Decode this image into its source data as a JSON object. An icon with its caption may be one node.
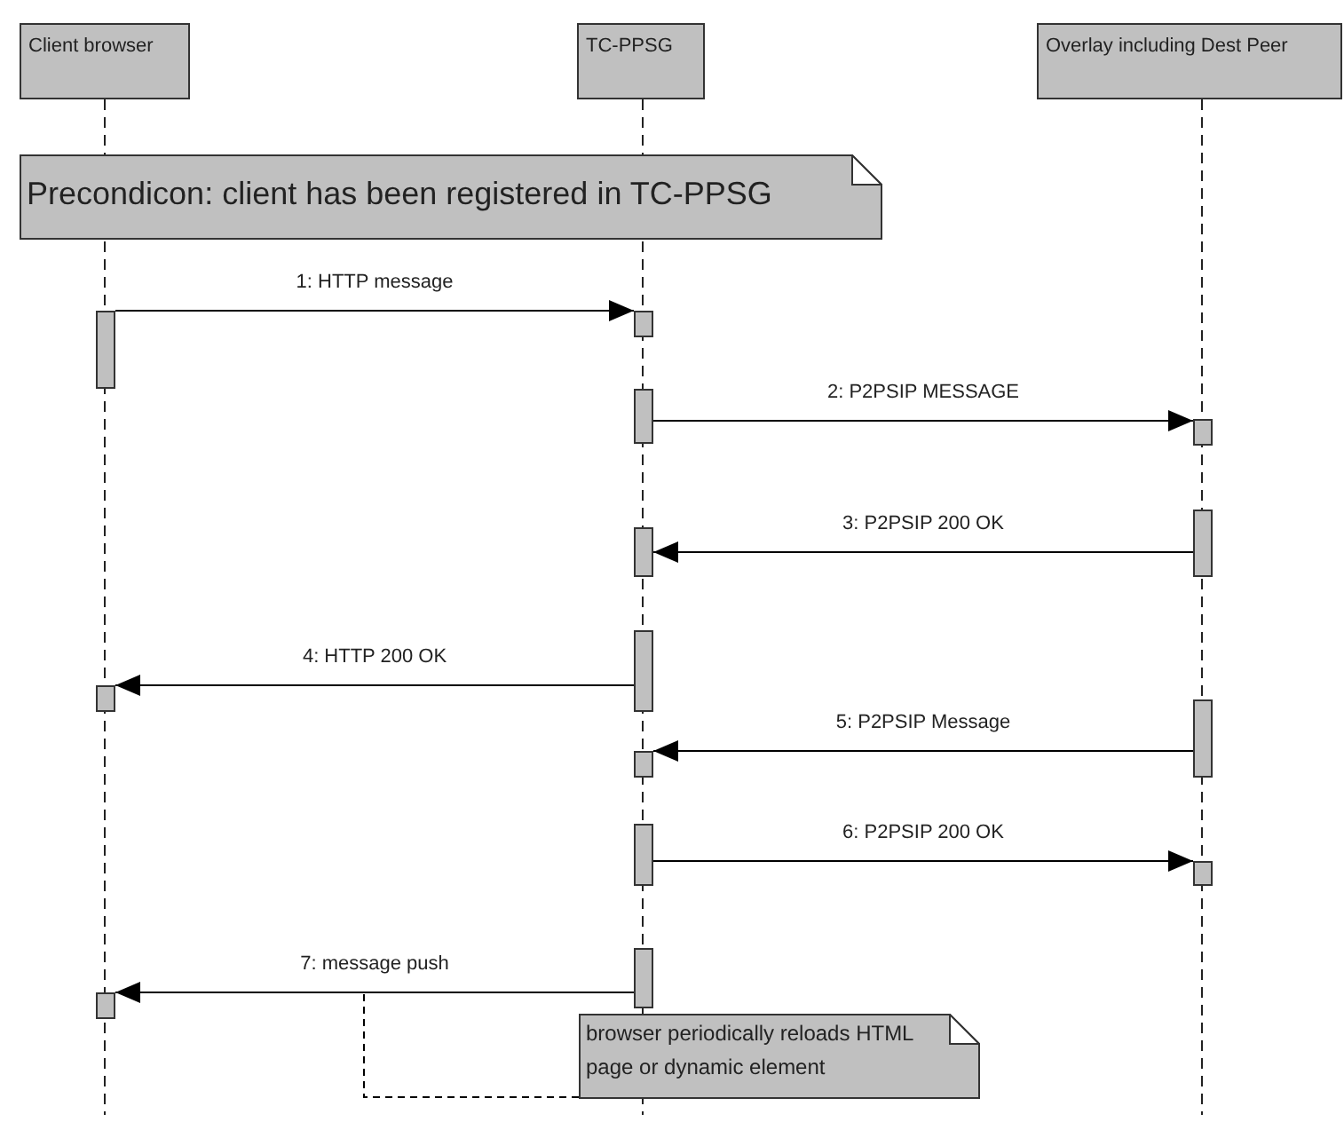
{
  "diagram": {
    "nodes": [
      {
        "text": [
          "Client browser"
        ]
      },
      {
        "text": [
          "TC-PPSG"
        ]
      },
      {
        "text": [
          "Overlay including Dest Peer"
        ]
      },
      {
        "text": [
          "Precondicon: client has been registered in TC-PPSG"
        ]
      },
      {
        "text": [],
        "shape": "bar"
      },
      {
        "text": [],
        "shape": "bar"
      },
      {
        "text": [],
        "shape": "bar"
      },
      {
        "text": [],
        "shape": "bar"
      },
      {
        "text": [],
        "shape": "bar"
      },
      {
        "text": [],
        "shape": "bar"
      },
      {
        "text": [],
        "shape": "bar"
      },
      {
        "text": [],
        "shape": "bar"
      },
      {
        "text": [],
        "shape": "bar"
      },
      {
        "text": [],
        "shape": "bar"
      },
      {
        "text": [],
        "shape": "bar"
      },
      {
        "text": [],
        "shape": "bar"
      },
      {
        "text": [],
        "shape": "bar"
      },
      {
        "text": [],
        "shape": "bar"
      },
      {
        "text": [
          "browser periodically reloads HTML page or dynamic element"
        ]
      }
    ],
    "edges": [
      {
        "from": 4,
        "to": 5,
        "arrow": "to",
        "label": "1: HTTP message"
      },
      {
        "from": 6,
        "to": 7,
        "arrow": "to",
        "label": "2: P2PSIP MESSAGE"
      },
      {
        "from": 8,
        "to": 9,
        "arrow": "to",
        "label": "3: P2PSIP 200 OK"
      },
      {
        "from": 10,
        "to": 11,
        "arrow": "to",
        "label": "4: HTTP 200 OK"
      },
      {
        "from": 12,
        "to": 13,
        "arrow": "to",
        "label": "5: P2PSIP Message"
      },
      {
        "from": 14,
        "to": 15,
        "arrow": "to",
        "label": "6: P2PSIP 200 OK"
      },
      {
        "from": 16,
        "to": 17,
        "arrow": "to",
        "label": "7: message push"
      },
      {
        "from": 18,
        "to": null,
        "arrow": "none",
        "style": "dashed"
      }
    ]
  }
}
